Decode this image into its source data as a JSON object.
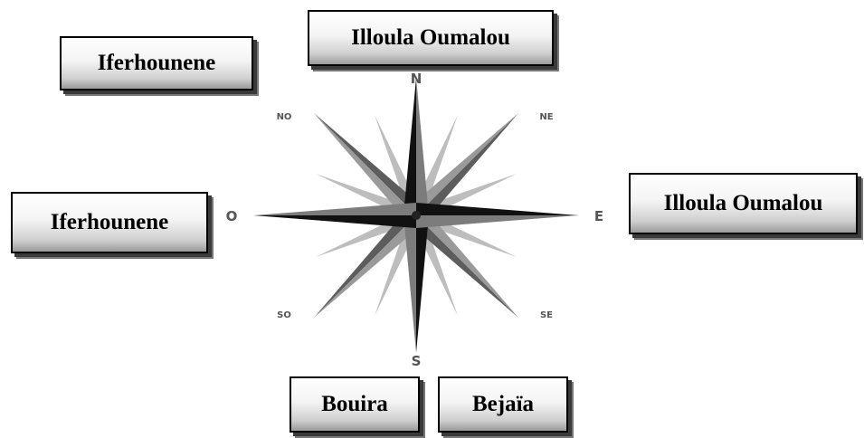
{
  "labels": {
    "north": "Illoula Oumalou",
    "northwest": "Iferhounene",
    "west": "Iferhounene",
    "east": "Illoula Oumalou",
    "southwest": "Bouira",
    "southeast": "Bejaïa"
  },
  "compass": {
    "n": "N",
    "s": "S",
    "e": "E",
    "o": "O",
    "ne": "NE",
    "no": "NO",
    "se": "SE",
    "so": "SO"
  },
  "colors": {
    "dark": "#111111",
    "mid": "#7a7a7a",
    "light": "#b8b8b8"
  }
}
